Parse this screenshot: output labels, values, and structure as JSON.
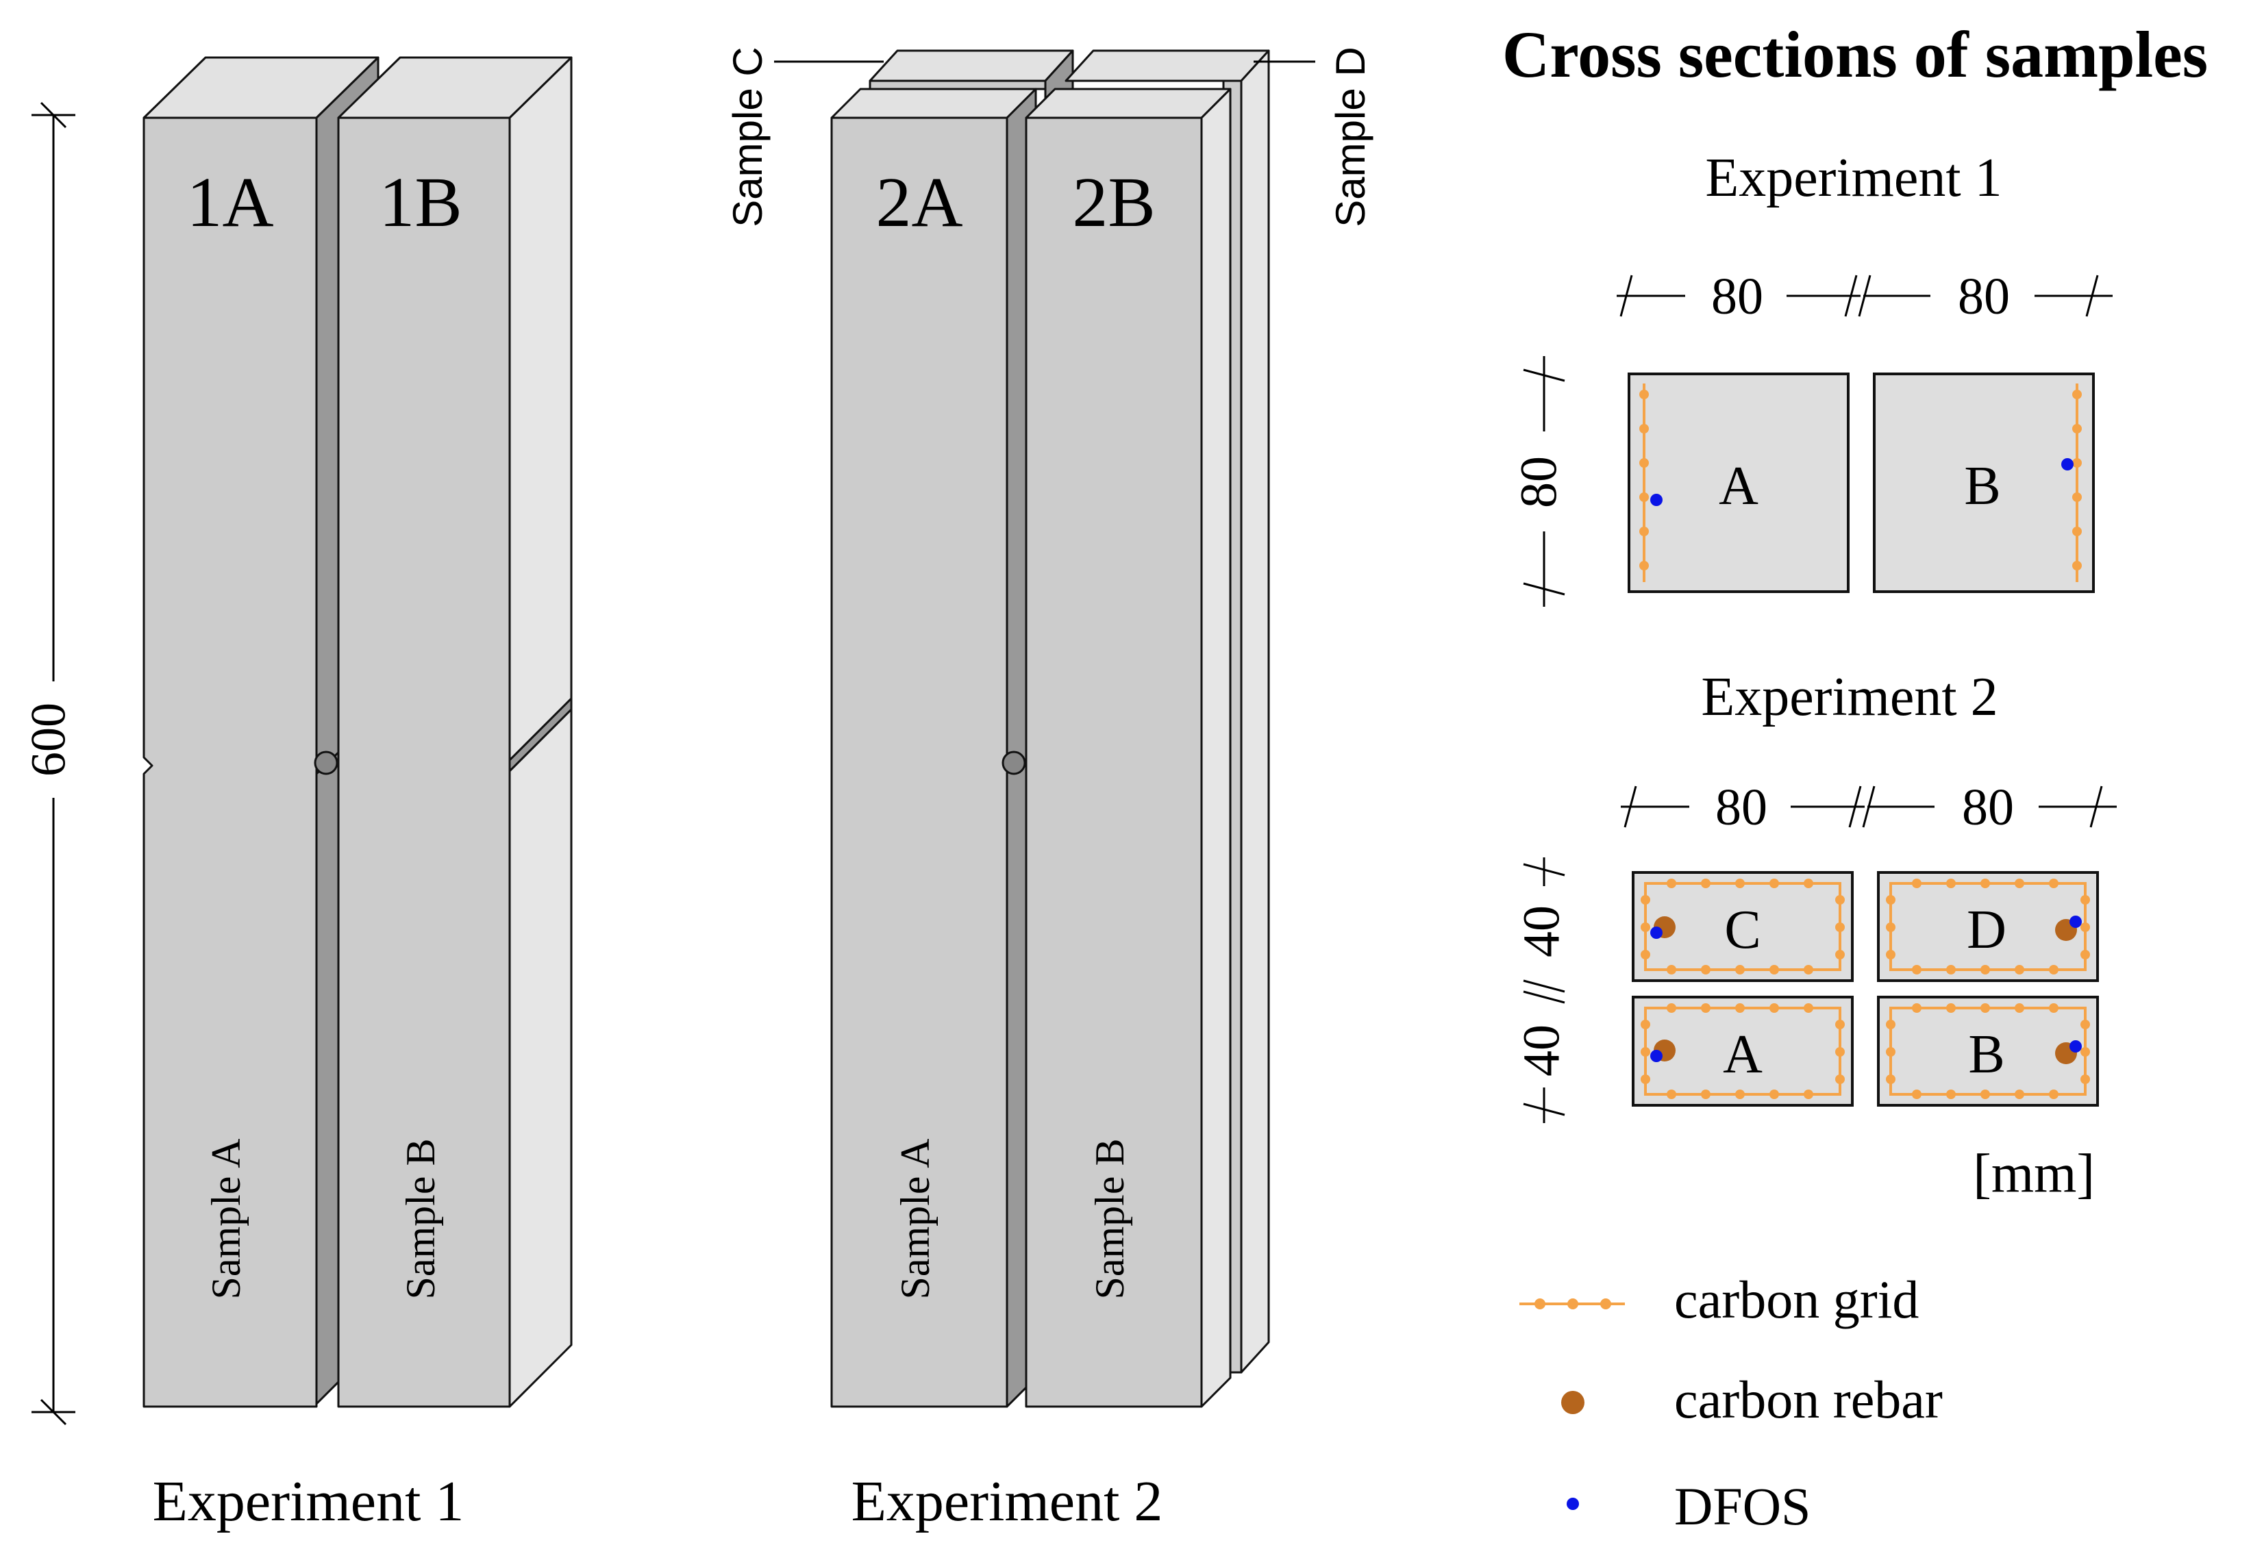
{
  "left_labels": {
    "prism_1a": "1A",
    "prism_1b": "1B",
    "prism_2a": "2A",
    "prism_2b": "2B",
    "sample_a": "Sample A",
    "sample_b": "Sample B",
    "sample_c": "Sample C",
    "sample_d": "Sample D",
    "height_dim": "600",
    "experiment_1": "Experiment 1",
    "experiment_2": "Experiment 2"
  },
  "cross_sections": {
    "title": "Cross sections of samples",
    "exp1_title": "Experiment 1",
    "exp2_title": "Experiment 2",
    "width_1": "80",
    "width_2": "80",
    "height_exp1": "80",
    "width_3": "80",
    "width_4": "80",
    "height_top": "40",
    "height_bottom": "40",
    "label_a1": "A",
    "label_b1": "B",
    "label_c": "C",
    "label_d": "D",
    "label_a2": "A",
    "label_b2": "B",
    "unit": "[mm]"
  },
  "legend": {
    "carbon_grid": "carbon grid",
    "carbon_rebar": "carbon rebar",
    "dfos": "DFOS"
  },
  "colors": {
    "concrete_front": "#cccccc",
    "concrete_side": "#e6e6e6",
    "carbon_grid": "#f5a347",
    "carbon_rebar": "#b5651d",
    "dfos": "#0a14e6"
  }
}
